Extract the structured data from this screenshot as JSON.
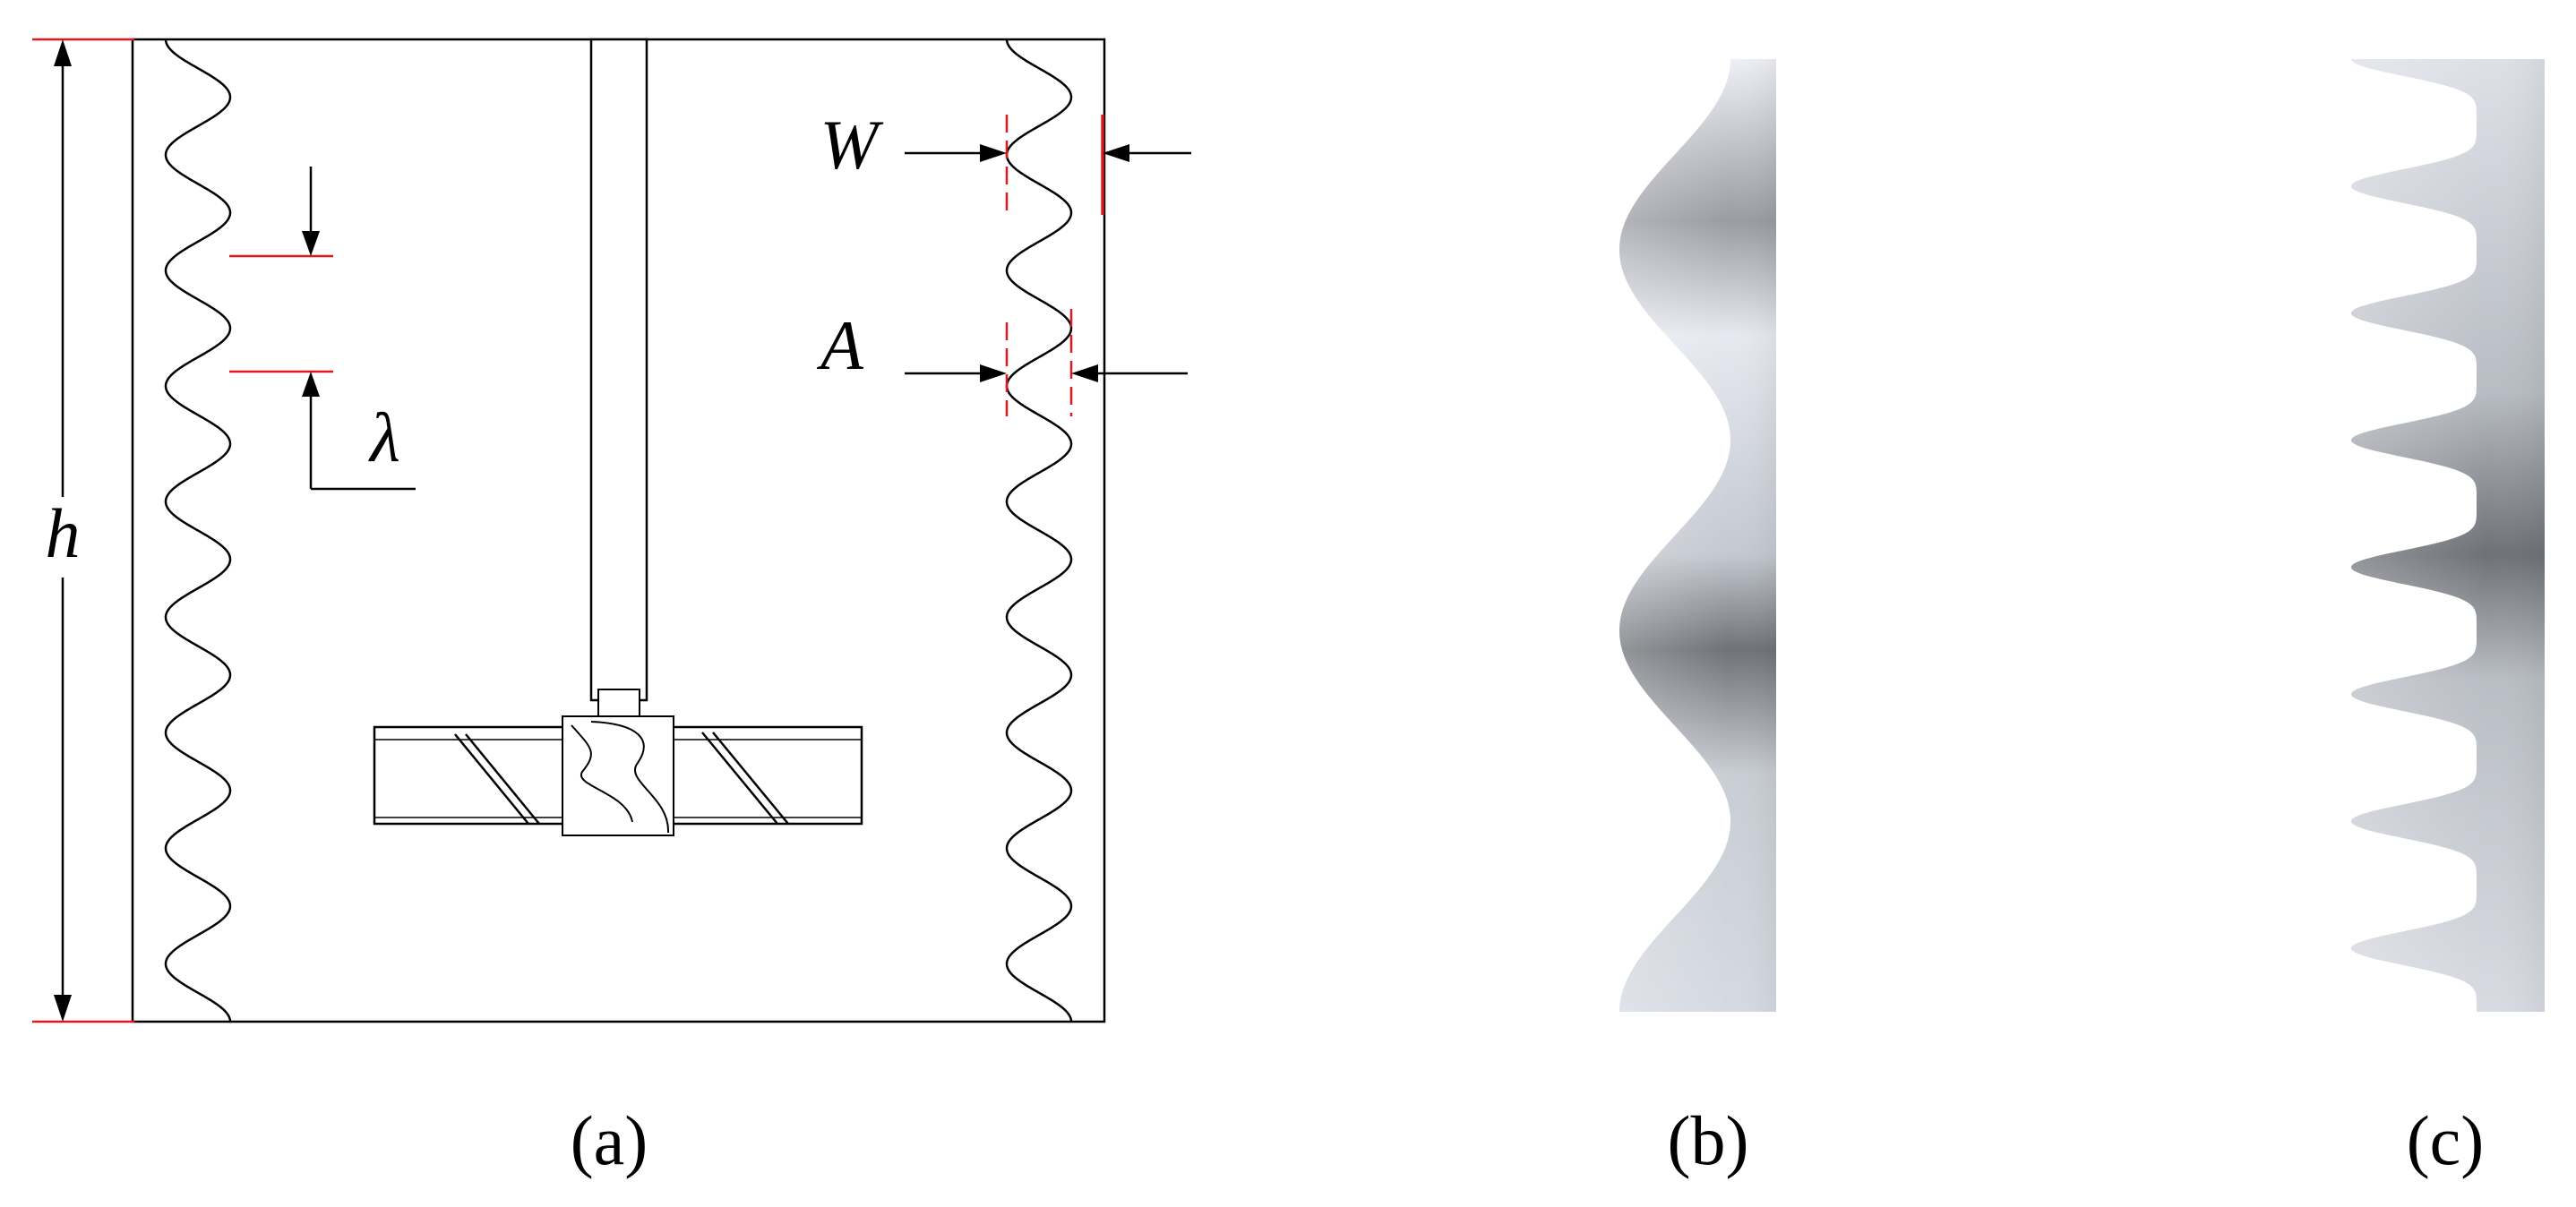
{
  "panels": [
    {
      "id": "a",
      "caption": "(a)"
    },
    {
      "id": "b",
      "caption": "(b)"
    },
    {
      "id": "c",
      "caption": "(c)"
    }
  ],
  "symbols": {
    "height": "h",
    "wavelength": "λ",
    "width": "W",
    "amplitude": "A"
  },
  "colors": {
    "line": "#000000",
    "dimension_guide": "#e0191e",
    "baffle_light": "#dfe2ea",
    "baffle_dark": "#7b7e84"
  }
}
